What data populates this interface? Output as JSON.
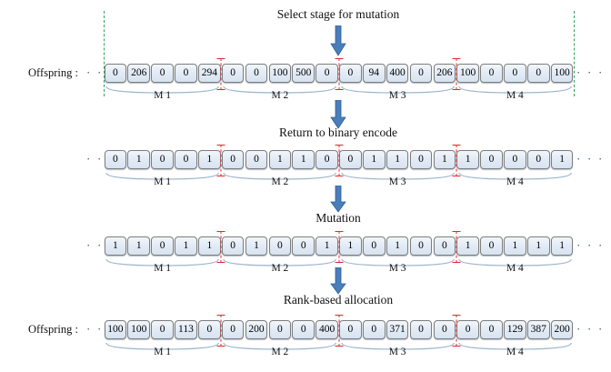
{
  "diagram": {
    "title_sequence": [
      "Select stage for mutation",
      "Return to binary encode",
      "Mutation",
      "Rank-based allocation"
    ],
    "offspring_label": "Offspring :",
    "ellipsis": "· · ·",
    "stage_labels": [
      "M 1",
      "M 2",
      "M 3",
      "M 4"
    ],
    "colors": {
      "arrow": "#4a7ebb",
      "boundary_dashed": "#35a05e",
      "separator_dashed": "#e8252a",
      "cell_fill": "#dce6f1",
      "cell_border": "#7d7d7d"
    }
  },
  "captions": {
    "c1": "Select stage for mutation",
    "c2": "Return to binary encode",
    "c3": "Mutation",
    "c4": "Rank-based allocation"
  },
  "rows": [
    {
      "id": "row-offspring-decimal",
      "name": "Offspring :",
      "has_label": true,
      "encoding": "decimal",
      "values": [
        "0",
        "206",
        "0",
        "0",
        "294",
        "0",
        "0",
        "100",
        "500",
        "0",
        "0",
        "94",
        "400",
        "0",
        "206",
        "100",
        "0",
        "0",
        "0",
        "100"
      ]
    },
    {
      "id": "row-binary-encoded",
      "name": "",
      "has_label": false,
      "encoding": "binary",
      "values": [
        "0",
        "1",
        "0",
        "0",
        "1",
        "0",
        "0",
        "1",
        "1",
        "0",
        "0",
        "1",
        "1",
        "0",
        "1",
        "1",
        "0",
        "0",
        "0",
        "1"
      ]
    },
    {
      "id": "row-mutated-binary",
      "name": "",
      "has_label": false,
      "encoding": "binary",
      "values": [
        "1",
        "1",
        "0",
        "1",
        "1",
        "0",
        "1",
        "0",
        "0",
        "1",
        "1",
        "0",
        "1",
        "0",
        "0",
        "1",
        "0",
        "1",
        "1",
        "1"
      ]
    },
    {
      "id": "row-offspring-rank-allocated",
      "name": "Offspring :",
      "has_label": true,
      "encoding": "decimal",
      "values": [
        "100",
        "100",
        "0",
        "113",
        "0",
        "0",
        "200",
        "0",
        "0",
        "400",
        "0",
        "0",
        "371",
        "0",
        "0",
        "0",
        "0",
        "129",
        "387",
        "200"
      ]
    }
  ]
}
